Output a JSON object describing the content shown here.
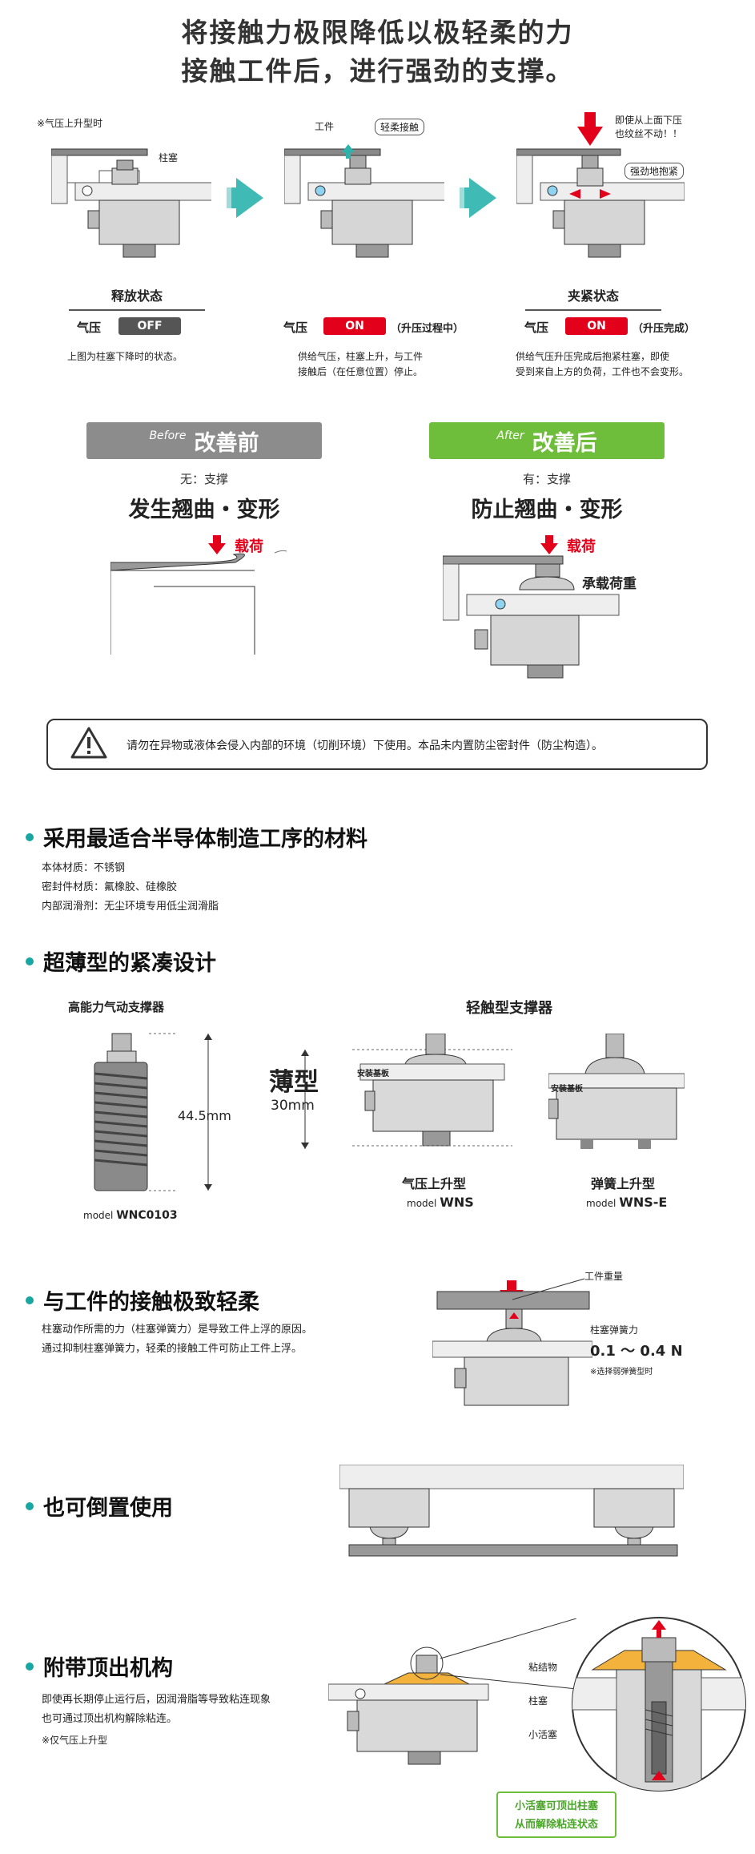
{
  "header": {
    "line1": "将接触力极限降低以极轻柔的力",
    "line2": "接触工件后，进行强劲的支撑。"
  },
  "states": {
    "note": "※气压上升型时",
    "labels": {
      "column": "柱塞",
      "workpiece": "工件",
      "soft_contact": "轻柔接触",
      "clamp_tight": "强劲地抱紧",
      "push_note_1": "即使从上面下压",
      "push_note_2": "也纹丝不动！！"
    },
    "release": {
      "title": "释放状态",
      "air": "气压",
      "status": "OFF",
      "desc": "上图为柱塞下降时的状态。"
    },
    "rising": {
      "air": "气压",
      "status": "ON",
      "paren": "（升压过程中）",
      "desc1": "供给气压，柱塞上升，与工件",
      "desc2": "接触后（在任意位置）停止。"
    },
    "clamp": {
      "title": "夹紧状态",
      "air": "气压",
      "status": "ON",
      "paren": "（升压完成）",
      "desc1": "供给气压升压完成后抱紧柱塞，即使",
      "desc2": "受到来自上方的负荷，工件也不会变形。"
    },
    "colors": {
      "off": "#555555",
      "on": "#e2001a",
      "teal": "#2bb3ac"
    }
  },
  "compare": {
    "before": {
      "tag": "Before",
      "title": "改善前",
      "sub": "无：支撑",
      "big": "发生翘曲・变形",
      "load": "载荷",
      "color": "#8c8c8c"
    },
    "after": {
      "tag": "After",
      "title": "改善后",
      "sub": "有：支撑",
      "big": "防止翘曲・变形",
      "load": "载荷",
      "bear": "承载荷重",
      "color": "#6fbe3b"
    }
  },
  "warning": {
    "text": "请勿在异物或液体会侵入内部的环境（切削环境）下使用。本品未内置防尘密封件（防尘构造）。"
  },
  "materials": {
    "title": "采用最适合半导体制造工序的材料",
    "items": [
      "本体材质：不锈钢",
      "密封件材质：氟橡胶、硅橡胶",
      "内部润滑剂：无尘环境专用低尘润滑脂"
    ]
  },
  "thin": {
    "title": "超薄型的紧凑设计",
    "left_title": "高能力气动支撑器",
    "left_dim": "44.5mm",
    "left_model_prefix": "model",
    "left_model": "WNC0103",
    "right_title": "轻触型支撑器",
    "thin_big": "薄型",
    "thin_dim": "30mm",
    "plate": "安装基板",
    "m1_title": "气压上升型",
    "m1_prefix": "model",
    "m1_model": "WNS",
    "m2_title": "弹簧上升型",
    "m2_prefix": "model",
    "m2_model": "WNS-E"
  },
  "gentle": {
    "title": "与工件的接触极致轻柔",
    "desc1": "柱塞动作所需的力（柱塞弹簧力）是导致工件上浮的原因。",
    "desc2": "通过抑制柱塞弹簧力，轻柔的接触工件可防止工件上浮。",
    "weight": "工件重量",
    "spring": "柱塞弹簧力",
    "range": "0.1 ～ 0.4 N",
    "note": "※选择弱弹簧型时"
  },
  "invert": {
    "title": "也可倒置使用"
  },
  "eject": {
    "title": "附带顶出机构",
    "desc1": "即使再长期停止运行后，因润滑脂等导致粘连现象",
    "desc2": "也可通过顶出机构解除粘连。",
    "note": "※仅气压上升型",
    "adhesive": "粘结物",
    "column": "柱塞",
    "small_piston": "小活塞",
    "green1": "小活塞可顶出柱塞",
    "green2": "从而解除粘连状态"
  }
}
